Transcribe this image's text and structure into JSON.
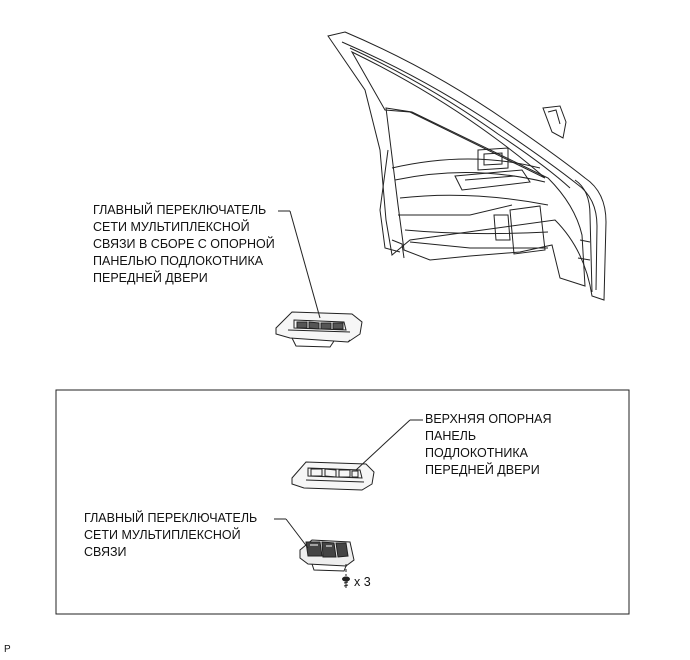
{
  "callouts": {
    "assembly": {
      "lines": [
        "ГЛАВНЫЙ ПЕРЕКЛЮЧАТЕЛЬ",
        "СЕТИ МУЛЬТИПЛЕКСНОЙ",
        "СВЯЗИ В СБОРЕ С ОПОРНОЙ",
        "ПАНЕЛЬЮ ПОДЛОКОТНИКА",
        "ПЕРЕДНЕЙ ДВЕРИ"
      ]
    },
    "upper_panel": {
      "lines": [
        "ВЕРХНЯЯ ОПОРНАЯ",
        "ПАНЕЛЬ",
        "ПОДЛОКОТНИКА",
        "ПЕРЕДНЕЙ ДВЕРИ"
      ]
    },
    "master_switch": {
      "lines": [
        "ГЛАВНЫЙ ПЕРЕКЛЮЧАТЕЛЬ",
        "СЕТИ МУЛЬТИПЛЕКСНОЙ",
        "СВЯЗИ"
      ]
    }
  },
  "screw_quantity": "x 3",
  "corner_mark": "P"
}
